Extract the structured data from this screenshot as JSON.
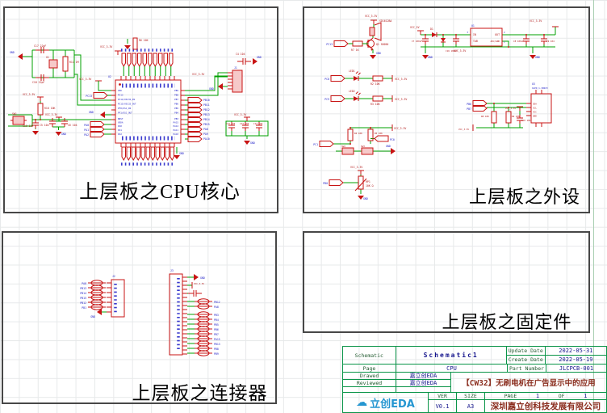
{
  "blocks": {
    "cpu": {
      "label": "上层板之CPU核心"
    },
    "peripherals": {
      "label": "上层板之外设"
    },
    "fixtures": {
      "label": "上层板之固定件"
    },
    "connectors": {
      "label": "上层板之连接器"
    }
  },
  "title_block": {
    "schematic_label": "Schematic",
    "schematic_value": "Schematic1",
    "update_date_label": "Update Date",
    "update_date": "2022-05-31",
    "create_date_label": "Create Date",
    "create_date": "2022-05-19",
    "page_label": "Page",
    "page_value": "CPU",
    "part_number_label": "Part Number",
    "part_number": "JLCPCB-001",
    "drawed_label": "Drawed",
    "drawed_value": "嘉立创EDA",
    "reviewed_label": "Reviewed",
    "reviewed_value": "嘉立创EDA",
    "title": "【CW32】无刷电机在广告显示中的应用",
    "ver_label": "VER",
    "ver_value": "V0.1",
    "size_label": "SIZE",
    "size_value": "A3",
    "page_word": "PAGE",
    "page_num": "1",
    "of_word": "OF",
    "of_num": "1",
    "company": "深圳嘉立创科技发展有限公司",
    "logo_text": "立创EDA"
  },
  "colors": {
    "wire": "#00a000",
    "component": "#c81414",
    "pin_text": "#2020c8",
    "frame": "#474747",
    "table": "#0a9448",
    "logo": "#2596d1"
  },
  "sch": {
    "pwr": {
      "vcc": "VCC_3.3V",
      "v5": "VCC_5V",
      "gnd": "GND"
    },
    "cpu": {
      "u": "U2",
      "xt": {
        "c1": "C17 22pF",
        "c2": "C18 22pF",
        "x": "X1",
        "r": "R11 1M"
      },
      "rst": {
        "r": "R10 10K",
        "c": "C19 104",
        "sw": "SW1"
      },
      "vdda": {
        "c1": "C5 104",
        "c2": "C6 104"
      },
      "pull": "R6 10K",
      "flags_l": [
        "PC13",
        "PA0",
        "PA1",
        "PA2"
      ],
      "pins_l": [
        "VDD",
        "PC13",
        "PC14/OSC32_IN",
        "PC15/OSC32_OUT",
        "PF0/OSC_IN",
        "PF1/OSC_OUT",
        "NRST",
        "VDDA",
        "PA0",
        "PA1",
        "PA2"
      ],
      "pins_r": [
        "PB9",
        "PB8",
        "PB7",
        "PB6",
        "PB5",
        "PB4",
        "PB3",
        "PA15",
        "PA12",
        "PA11",
        "PA10"
      ],
      "flags_r": [
        "PB10",
        "PB11",
        "PB12",
        "PB13",
        "PB14",
        "PB15",
        "PA8",
        "PA9",
        "PA10"
      ],
      "j": "J1",
      "jc": "C4 104",
      "dec": [
        "C12 104",
        "C13 104",
        "C14 104"
      ]
    },
    "per": {
      "buz": {
        "flag": "PC13",
        "r": "R7 1K",
        "q": "Q1 S8050",
        "b": "SD1612BA"
      },
      "reg": {
        "d": "D1",
        "c1": "C7 100uF",
        "c2": "C16 100uF",
        "u": "U1",
        "pin_in": "IN",
        "pin_out": "OUT",
        "pin_tab": "TAB",
        "pin_adj": "ADJ/GND",
        "n3": "3",
        "n2": "2",
        "n1": "1",
        "c3": "C8 100uF",
        "c4": "C9 104"
      },
      "led1": {
        "flag": "PC8",
        "d": "LED1",
        "r": "R2 10K"
      },
      "led2": {
        "flag": "PC9",
        "d": "LED2",
        "r": "R3 10K"
      },
      "key": {
        "f1": "PC1",
        "f2": "PC0",
        "r1": "R4 10K",
        "r2": "R5 10K",
        "s1": "SW2",
        "s2": "SW3"
      },
      "pot": {
        "flag": "PB0",
        "ref": "RP1",
        "val": "10K Ω"
      },
      "oled": {
        "u": "U3",
        "part": "OLED_1.3INCH",
        "f1": "PB6",
        "f2": "PB7",
        "r1": "R8 10K",
        "r2": "R9 10K",
        "c": "C10 104",
        "p1": "SDA",
        "p2": "SCL",
        "p3": "VCC",
        "p4": "GND"
      }
    },
    "con": {
      "j2": {
        "ref": "J2",
        "nets": [
          "PA8",
          "PB13",
          "PB14",
          "PB15",
          "PB12",
          "PB1"
        ]
      },
      "j3": {
        "ref": "J3",
        "nets": [
          "PB12",
          "PA8",
          "PB3",
          "PB4",
          "PB5",
          "PB6",
          "PB7",
          "PA15",
          "PB13",
          "PB8",
          "PB9"
        ]
      }
    }
  }
}
